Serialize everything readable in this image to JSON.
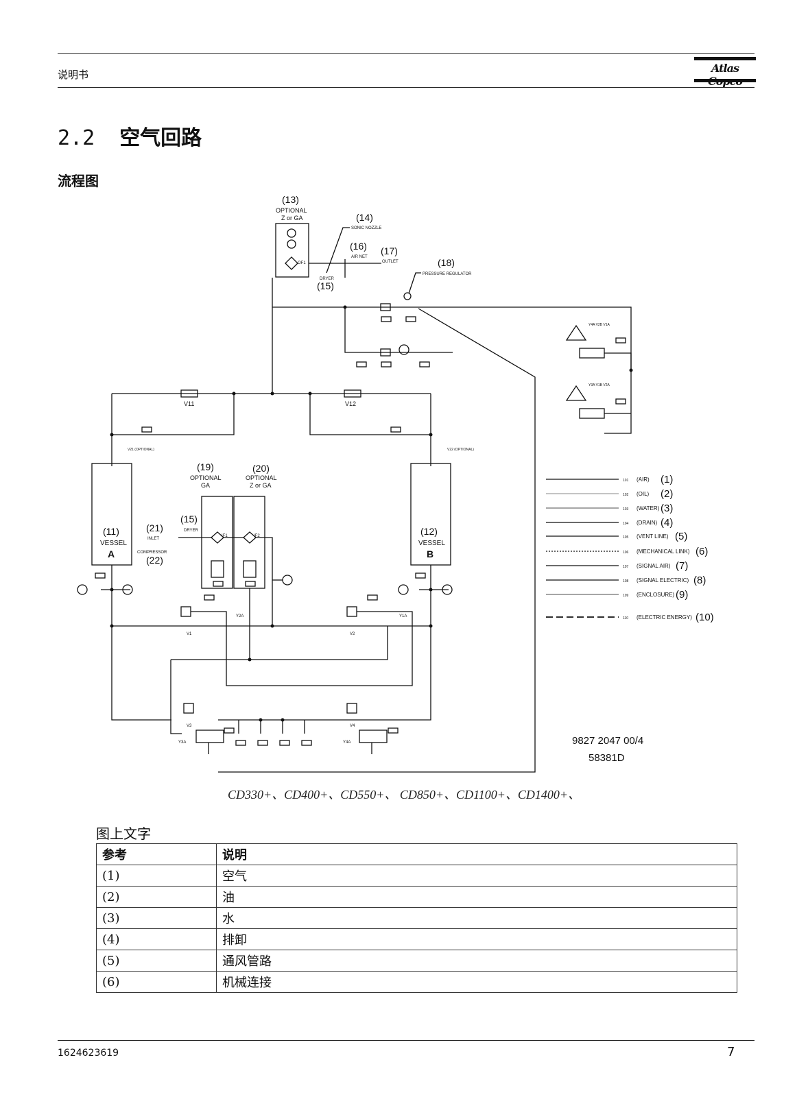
{
  "header": {
    "label": "说明书",
    "logo_text": "Atlas Copco"
  },
  "section": {
    "number": "2.2",
    "title": "空气回路"
  },
  "flow_label": "流程图",
  "diagram": {
    "callouts": [
      "(13)",
      "(14)",
      "(16)",
      "(17)",
      "(18)",
      "(15)",
      "(19)",
      "(20)",
      "(15)",
      "(21)",
      "(22)",
      "(11)",
      "(12)"
    ],
    "labels": {
      "optional_z_or_ga": "OPTIONAL",
      "z_or_ga": "Z or GA",
      "sonic_nozzle": "SONIC NOZZLE",
      "air_net": "AIR NET",
      "outlet": "OUTLET",
      "dryer": "DRYER",
      "pressure_regulator": "PRESSURE REGULATOR",
      "of1": "OF1",
      "v11": "V11",
      "v12": "V12",
      "v21": "V21 (OPTIONAL)",
      "v22": "V22 (OPTIONAL)",
      "ga": "GA",
      "vessel": "VESSEL",
      "vessel_a": "A",
      "vessel_b": "B",
      "inlet": "INLET",
      "compressor": "COMPRESSOR",
      "if1": "IF1",
      "if2": "IF2",
      "v1": "V1",
      "v2": "V2",
      "v3": "V3",
      "v4": "V4",
      "y1a": "Y1A",
      "y2a": "Y2A",
      "y3a": "Y3A",
      "y4a": "Y4A",
      "v4a_group": "Y4A V2B V1A",
      "v3a_group": "Y3A V1B V2A"
    },
    "line_legend": [
      {
        "code": "101",
        "name": "(AIR)",
        "ref": "(1)",
        "style": "solid"
      },
      {
        "code": "102",
        "name": "(OIL)",
        "ref": "(2)",
        "style": "fine"
      },
      {
        "code": "103",
        "name": "(WATER)",
        "ref": "(3)",
        "style": "solid"
      },
      {
        "code": "104",
        "name": "(DRAIN)",
        "ref": "(4)",
        "style": "solid"
      },
      {
        "code": "105",
        "name": "(VENT LINE)",
        "ref": "(5)",
        "style": "solid"
      },
      {
        "code": "106",
        "name": "(MECHANICAL LINK)",
        "ref": "(6)",
        "style": "dotted"
      },
      {
        "code": "107",
        "name": "(SIGNAL AIR)",
        "ref": "(7)",
        "style": "solid"
      },
      {
        "code": "108",
        "name": "(SIGNAL ELECTRIC)",
        "ref": "(8)",
        "style": "solid"
      },
      {
        "code": "109",
        "name": "(ENCLOSURE)",
        "ref": "(9)",
        "style": "solid"
      },
      {
        "code": "110",
        "name": "(ELECTRIC ENERGY)",
        "ref": "(10)",
        "style": "dashed"
      }
    ],
    "drawing_number": "9827 2047 00/4",
    "drawing_code": "58381D"
  },
  "caption": "CD330+、CD400+、CD550+、 CD850+、CD1100+、CD1400+、",
  "table": {
    "title": "图上文字",
    "headers": [
      "参考",
      "说明"
    ],
    "rows": [
      [
        "(1)",
        "空气"
      ],
      [
        "(2)",
        "油"
      ],
      [
        "(3)",
        "水"
      ],
      [
        "(4)",
        "排卸"
      ],
      [
        "(5)",
        "通风管路"
      ],
      [
        "(6)",
        "机械连接"
      ]
    ]
  },
  "footer": {
    "doc_number": "1624623619",
    "page": "7"
  }
}
